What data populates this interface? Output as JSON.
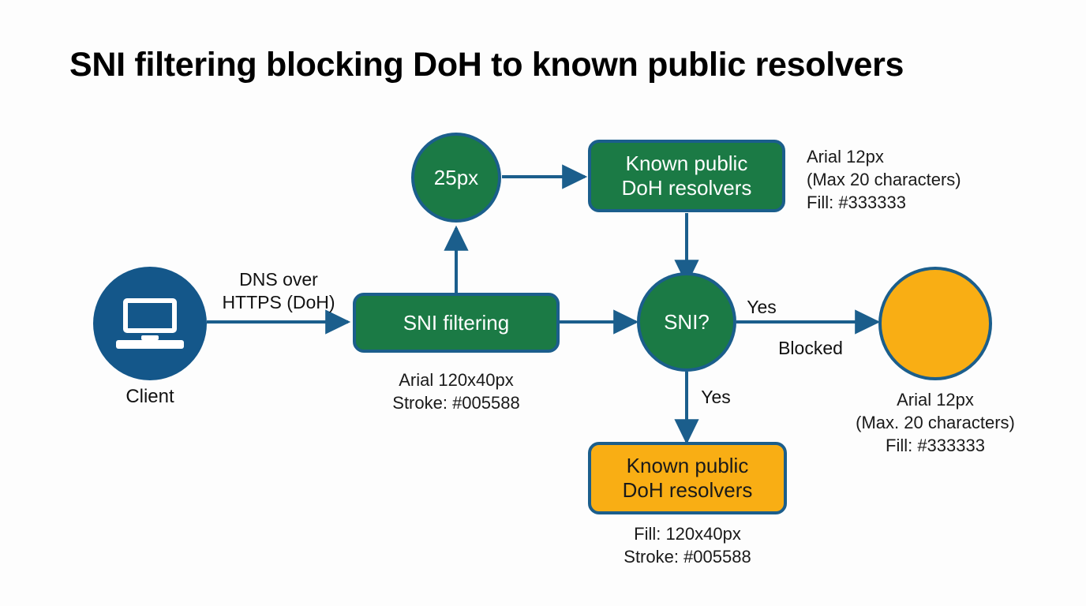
{
  "title": "SNI filtering blocking DoH to known public resolvers",
  "colors": {
    "background": "#fdfdfd",
    "green": "#1b7a45",
    "orange": "#f9ae14",
    "blue": "#14578a",
    "stroke": "#1b5e8c",
    "text_dark": "#333333"
  },
  "nodes": {
    "client": {
      "label": "Client",
      "icon": "laptop-icon",
      "shape": "circle",
      "fill": "#14578a"
    },
    "sni_filtering": {
      "label": "SNI filtering",
      "shape": "rounded-box",
      "fill": "#1b7a45",
      "caption": "Arial 120x40px\nStroke: #005588"
    },
    "size_circle": {
      "label": "25px",
      "shape": "circle",
      "fill": "#1b7a45"
    },
    "known_resolvers_green": {
      "label": "Known public\nDoH resolvers",
      "line1": "Known public",
      "line2": "DoH resolvers",
      "shape": "rounded-box",
      "fill": "#1b7a45",
      "caption": "Arial 12px\n(Max 20 characters)\nFill: #333333"
    },
    "sni_decision": {
      "label": "SNI?",
      "shape": "circle",
      "fill": "#1b7a45"
    },
    "blocked_circle": {
      "label": "",
      "shape": "circle",
      "fill": "#f9ae14",
      "caption": "Arial 12px\n(Max. 20 characters)\nFill: #333333"
    },
    "known_resolvers_orange": {
      "line1": "Known public",
      "line2": "DoH resolvers",
      "shape": "rounded-box",
      "fill": "#f9ae14",
      "caption": "Fill: 120x40px\nStroke: #005588"
    }
  },
  "edges": {
    "client_to_filter": "DNS over\nHTTPS (DoH)",
    "decision_yes_right": "Yes",
    "decision_blocked": "Blocked",
    "decision_yes_down": "Yes"
  }
}
